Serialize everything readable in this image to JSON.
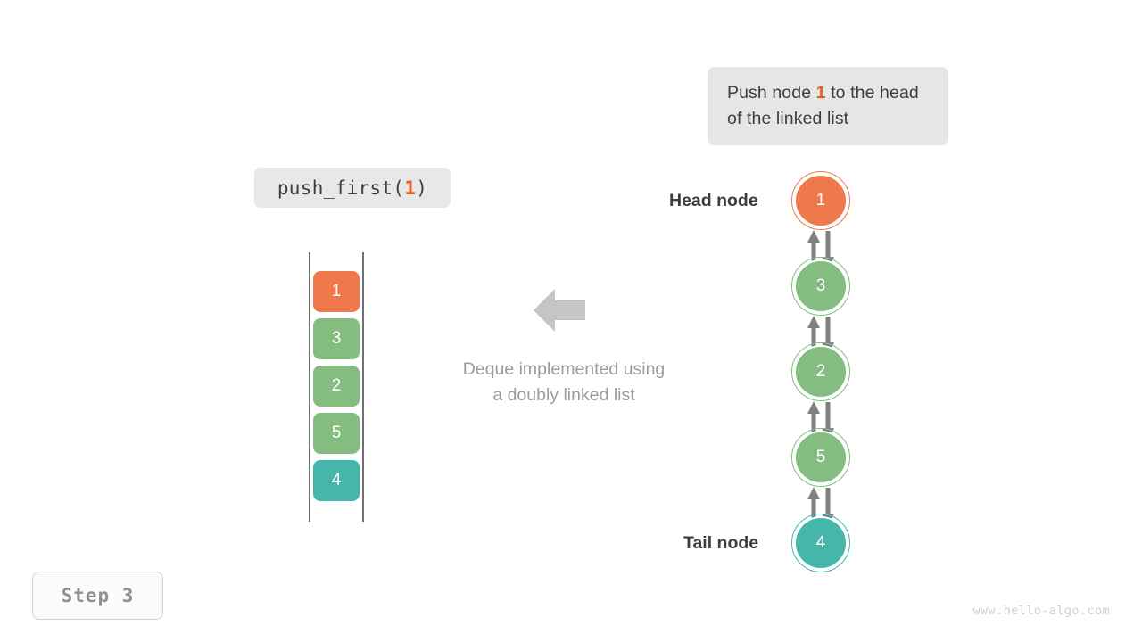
{
  "callout": {
    "text_before": "Push node ",
    "highlight": "1",
    "text_after": " to the head of the linked list"
  },
  "code_label": {
    "prefix": "push_first(",
    "arg": "1",
    "suffix": ")"
  },
  "stack": {
    "name": "array-representation",
    "cells": [
      {
        "value": "1",
        "color": "#f0794c"
      },
      {
        "value": "3",
        "color": "#84bd7f"
      },
      {
        "value": "2",
        "color": "#84bd7f"
      },
      {
        "value": "5",
        "color": "#84bd7f"
      },
      {
        "value": "4",
        "color": "#45b7aa"
      }
    ]
  },
  "center": {
    "caption_line1": "Deque implemented using",
    "caption_line2": "a doubly linked list",
    "arrow_icon": "arrow-left-icon",
    "arrow_color": "#c5c5c5"
  },
  "linked_list": {
    "head_label": "Head node",
    "tail_label": "Tail node",
    "arrow_color": "#808080",
    "nodes": [
      {
        "value": "1",
        "color": "#f0794c"
      },
      {
        "value": "3",
        "color": "#84bd7f"
      },
      {
        "value": "2",
        "color": "#84bd7f"
      },
      {
        "value": "5",
        "color": "#84bd7f"
      },
      {
        "value": "4",
        "color": "#45b7aa"
      }
    ]
  },
  "step_badge": {
    "label": "Step 3"
  },
  "watermark": {
    "text": "www.hello-algo.com"
  },
  "colors": {
    "orange": "#f0794c",
    "orange_text": "#ec5b1e",
    "green": "#84bd7f",
    "teal": "#45b7aa",
    "gray_text": "#3d3d3d",
    "muted_text": "#9b9b9b",
    "rail": "#707070"
  }
}
